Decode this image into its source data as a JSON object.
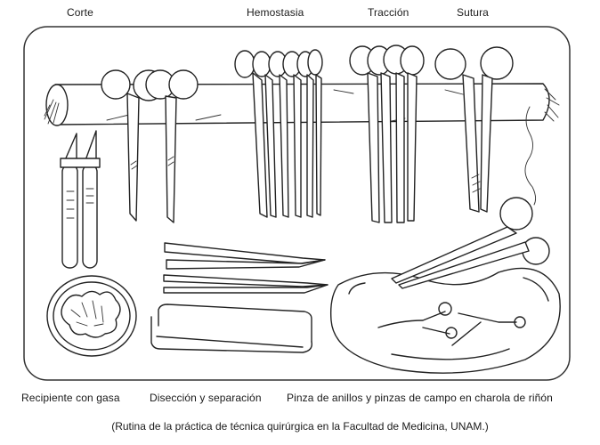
{
  "top_labels": {
    "cutting": "Corte",
    "hemostasis": "Hemostasia",
    "traction": "Tracción",
    "suture": "Sutura"
  },
  "bottom_labels": {
    "gauze_container": "Recipiente con gasa",
    "dissection": "Disección y separación",
    "kidney_tray": "Pinza de anillos y pinzas de campo en charola de riñón"
  },
  "caption": "(Rutina de la práctica de técnica quirúrgica en la Facultad de Medicina, UNAM.)",
  "diagram": {
    "frame": "rounded-rectangle",
    "groups": [
      {
        "name": "Corte",
        "items": [
          "scalpel handle x2",
          "scissors x2"
        ]
      },
      {
        "name": "Hemostasia",
        "items": [
          "hemostatic forceps x6"
        ]
      },
      {
        "name": "Tracción",
        "items": [
          "traction forceps x4"
        ]
      },
      {
        "name": "Sutura",
        "items": [
          "needle holder x1",
          "suture thread"
        ]
      },
      {
        "name": "Recipiente con gasa",
        "items": [
          "round bowl with gauze"
        ]
      },
      {
        "name": "Disección y separación",
        "items": [
          "tissue forceps x2",
          "retractor x1"
        ]
      },
      {
        "name": "Charola de riñón",
        "items": [
          "ring forceps",
          "towel clamps x2",
          "kidney tray"
        ]
      }
    ]
  }
}
